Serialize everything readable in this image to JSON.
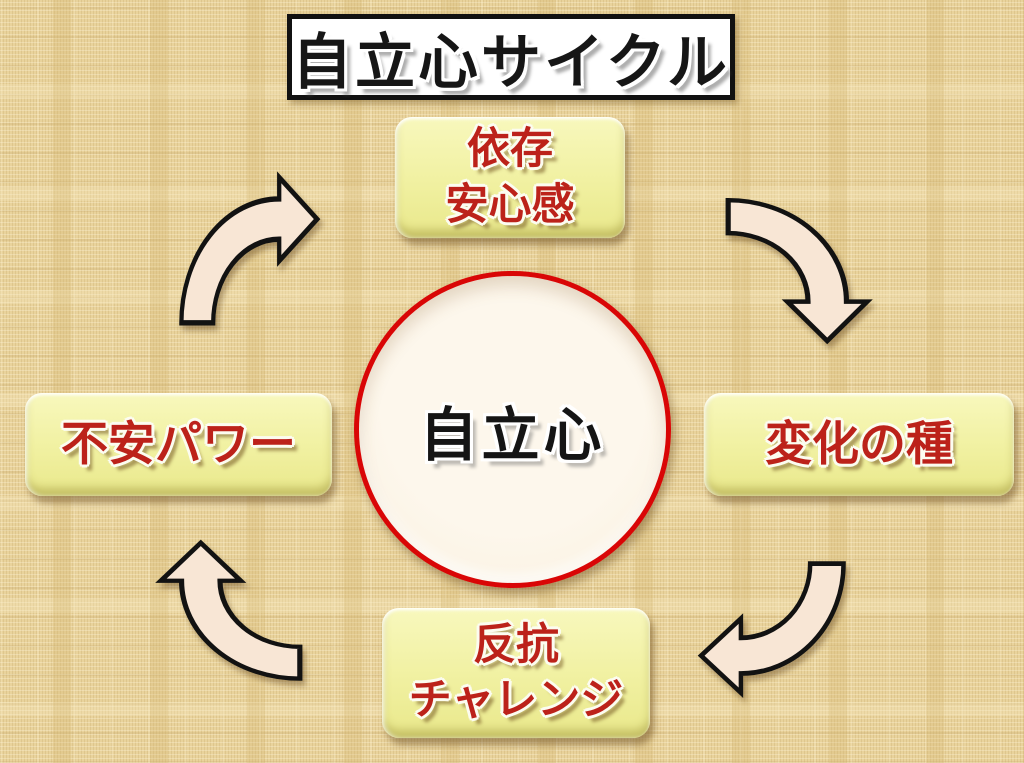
{
  "title": "自立心サイクル",
  "center": {
    "label": "自立心"
  },
  "nodes": {
    "top": {
      "line1": "依存",
      "line2": "安心感"
    },
    "right": {
      "line1": "変化の種"
    },
    "bottom": {
      "line1": "反抗",
      "line2": "チャレンジ"
    },
    "left": {
      "line1": "不安パワー"
    }
  },
  "arrows": [
    {
      "name": "left-to-top",
      "from": "不安パワー",
      "to": "依存・安心感",
      "direction": "clockwise"
    },
    {
      "name": "top-to-right",
      "from": "依存・安心感",
      "to": "変化の種",
      "direction": "clockwise"
    },
    {
      "name": "right-to-bottom",
      "from": "変化の種",
      "to": "反抗・チャレンジ",
      "direction": "clockwise"
    },
    {
      "name": "bottom-to-left",
      "from": "反抗・チャレンジ",
      "to": "不安パワー",
      "direction": "clockwise"
    }
  ],
  "colors": {
    "background": "#e9d39c",
    "title_bg": "#ffffff",
    "title_border": "#111111",
    "title_text": "#161616",
    "node_fill": "#f1f1a2",
    "node_text": "#bc221a",
    "circle_fill": "#fbf4e6",
    "circle_border": "#d90606",
    "center_text": "#151515",
    "arrow_fill": "#f8e6d5",
    "arrow_outline": "#121212"
  }
}
